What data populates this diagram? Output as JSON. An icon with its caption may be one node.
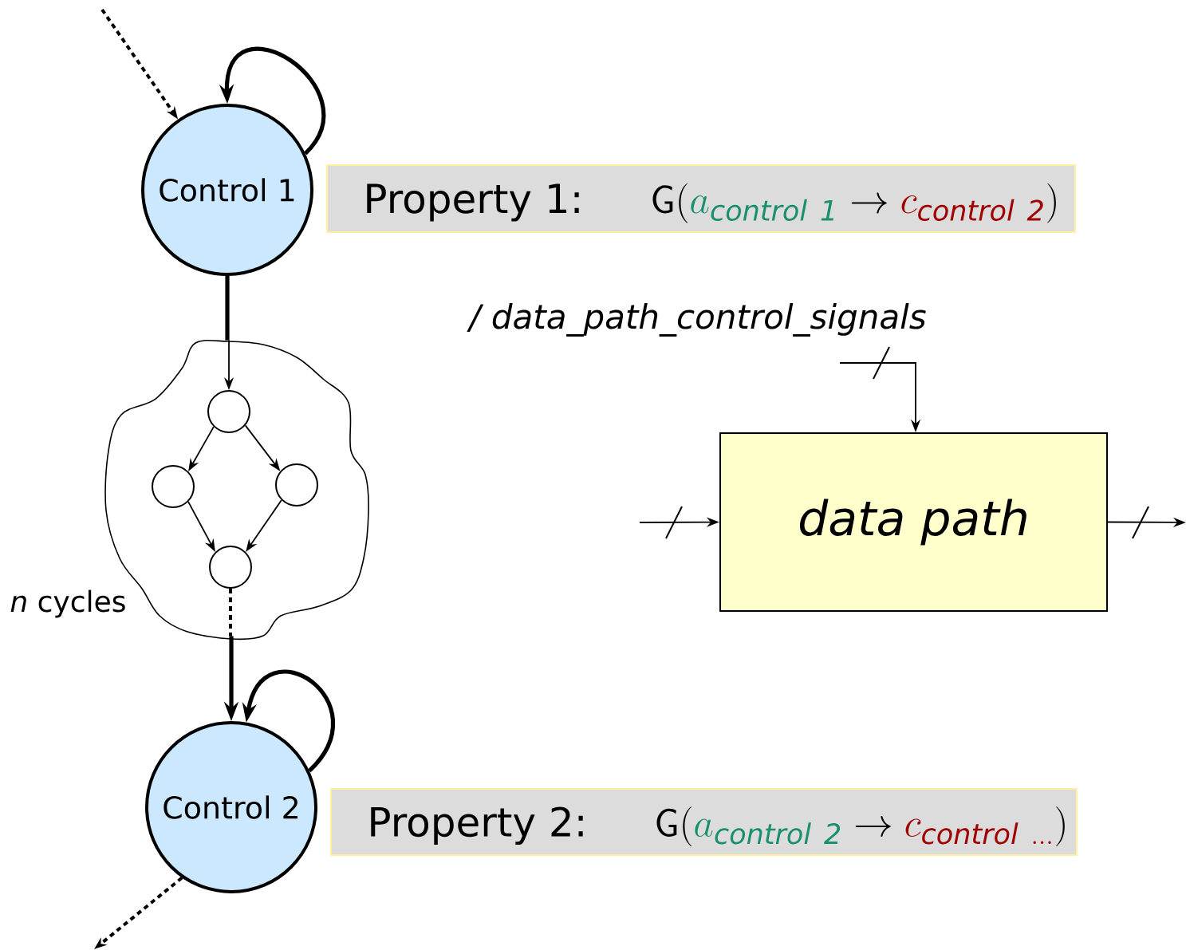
{
  "diagram": {
    "nodes": [
      {
        "text": [
          "Control 1"
        ]
      },
      {
        "text": [],
        "shape": "cloud",
        "beside": [
          "*n* cycles"
        ]
      },
      {
        "text": [],
        "shape": "circle",
        "in": 1
      },
      {
        "text": [],
        "shape": "circle",
        "in": 1
      },
      {
        "text": [],
        "shape": "circle",
        "in": 1
      },
      {
        "text": [],
        "shape": "circle",
        "in": 1
      },
      {
        "text": [
          "Control 2"
        ]
      },
      {
        "text": [
          "Property 1:",
          "\\mathsf{G(}\\textcolor[HTML]{1A8F6F}{a_{\\mathit{control\\ 1}}}\\rightarrow\\textcolor[HTML]{A00000}{c_{\\mathit{control\\ 2}}}\\mathsf{)}"
        ]
      },
      {
        "text": [
          "Property 2:",
          "\\mathsf{G(}\\textcolor[HTML]{1A8F6F}{a_{\\mathit{control\\ 2}}}\\rightarrow\\textcolor[HTML]{A00000}{c_{\\mathit{control\\ \\ldots}}}\\mathsf{)}"
        ]
      },
      {
        "text": [
          "data path"
        ]
      }
    ],
    "edges": [
      {
        "from": null,
        "to": 0,
        "arrow": "to",
        "style": "dashed"
      },
      {
        "from": 0,
        "to": 0,
        "arrow": "to",
        "style": "thick"
      },
      {
        "from": 0,
        "to": 1,
        "arrow": "none",
        "style": "thick"
      },
      {
        "from": 1,
        "to": 2,
        "arrow": "to"
      },
      {
        "from": 2,
        "to": 3,
        "arrow": "to"
      },
      {
        "from": 2,
        "to": 4,
        "arrow": "to"
      },
      {
        "from": 3,
        "to": 5,
        "arrow": "to"
      },
      {
        "from": 4,
        "to": 5,
        "arrow": "to"
      },
      {
        "from": 5,
        "to": 1,
        "arrow": "none",
        "style": "dashed"
      },
      {
        "from": 1,
        "to": 6,
        "arrow": "to",
        "style": "thick"
      },
      {
        "from": 6,
        "to": 6,
        "arrow": "to",
        "style": "thick"
      },
      {
        "from": 6,
        "to": null,
        "arrow": "to",
        "style": "dashed"
      },
      {
        "from": null,
        "to": 9,
        "arrow": "to"
      },
      {
        "from": null,
        "to": 9,
        "arrow": "to",
        "label": "/ data_path_control_signals"
      },
      {
        "from": 9,
        "to": null,
        "arrow": "to"
      }
    ]
  }
}
